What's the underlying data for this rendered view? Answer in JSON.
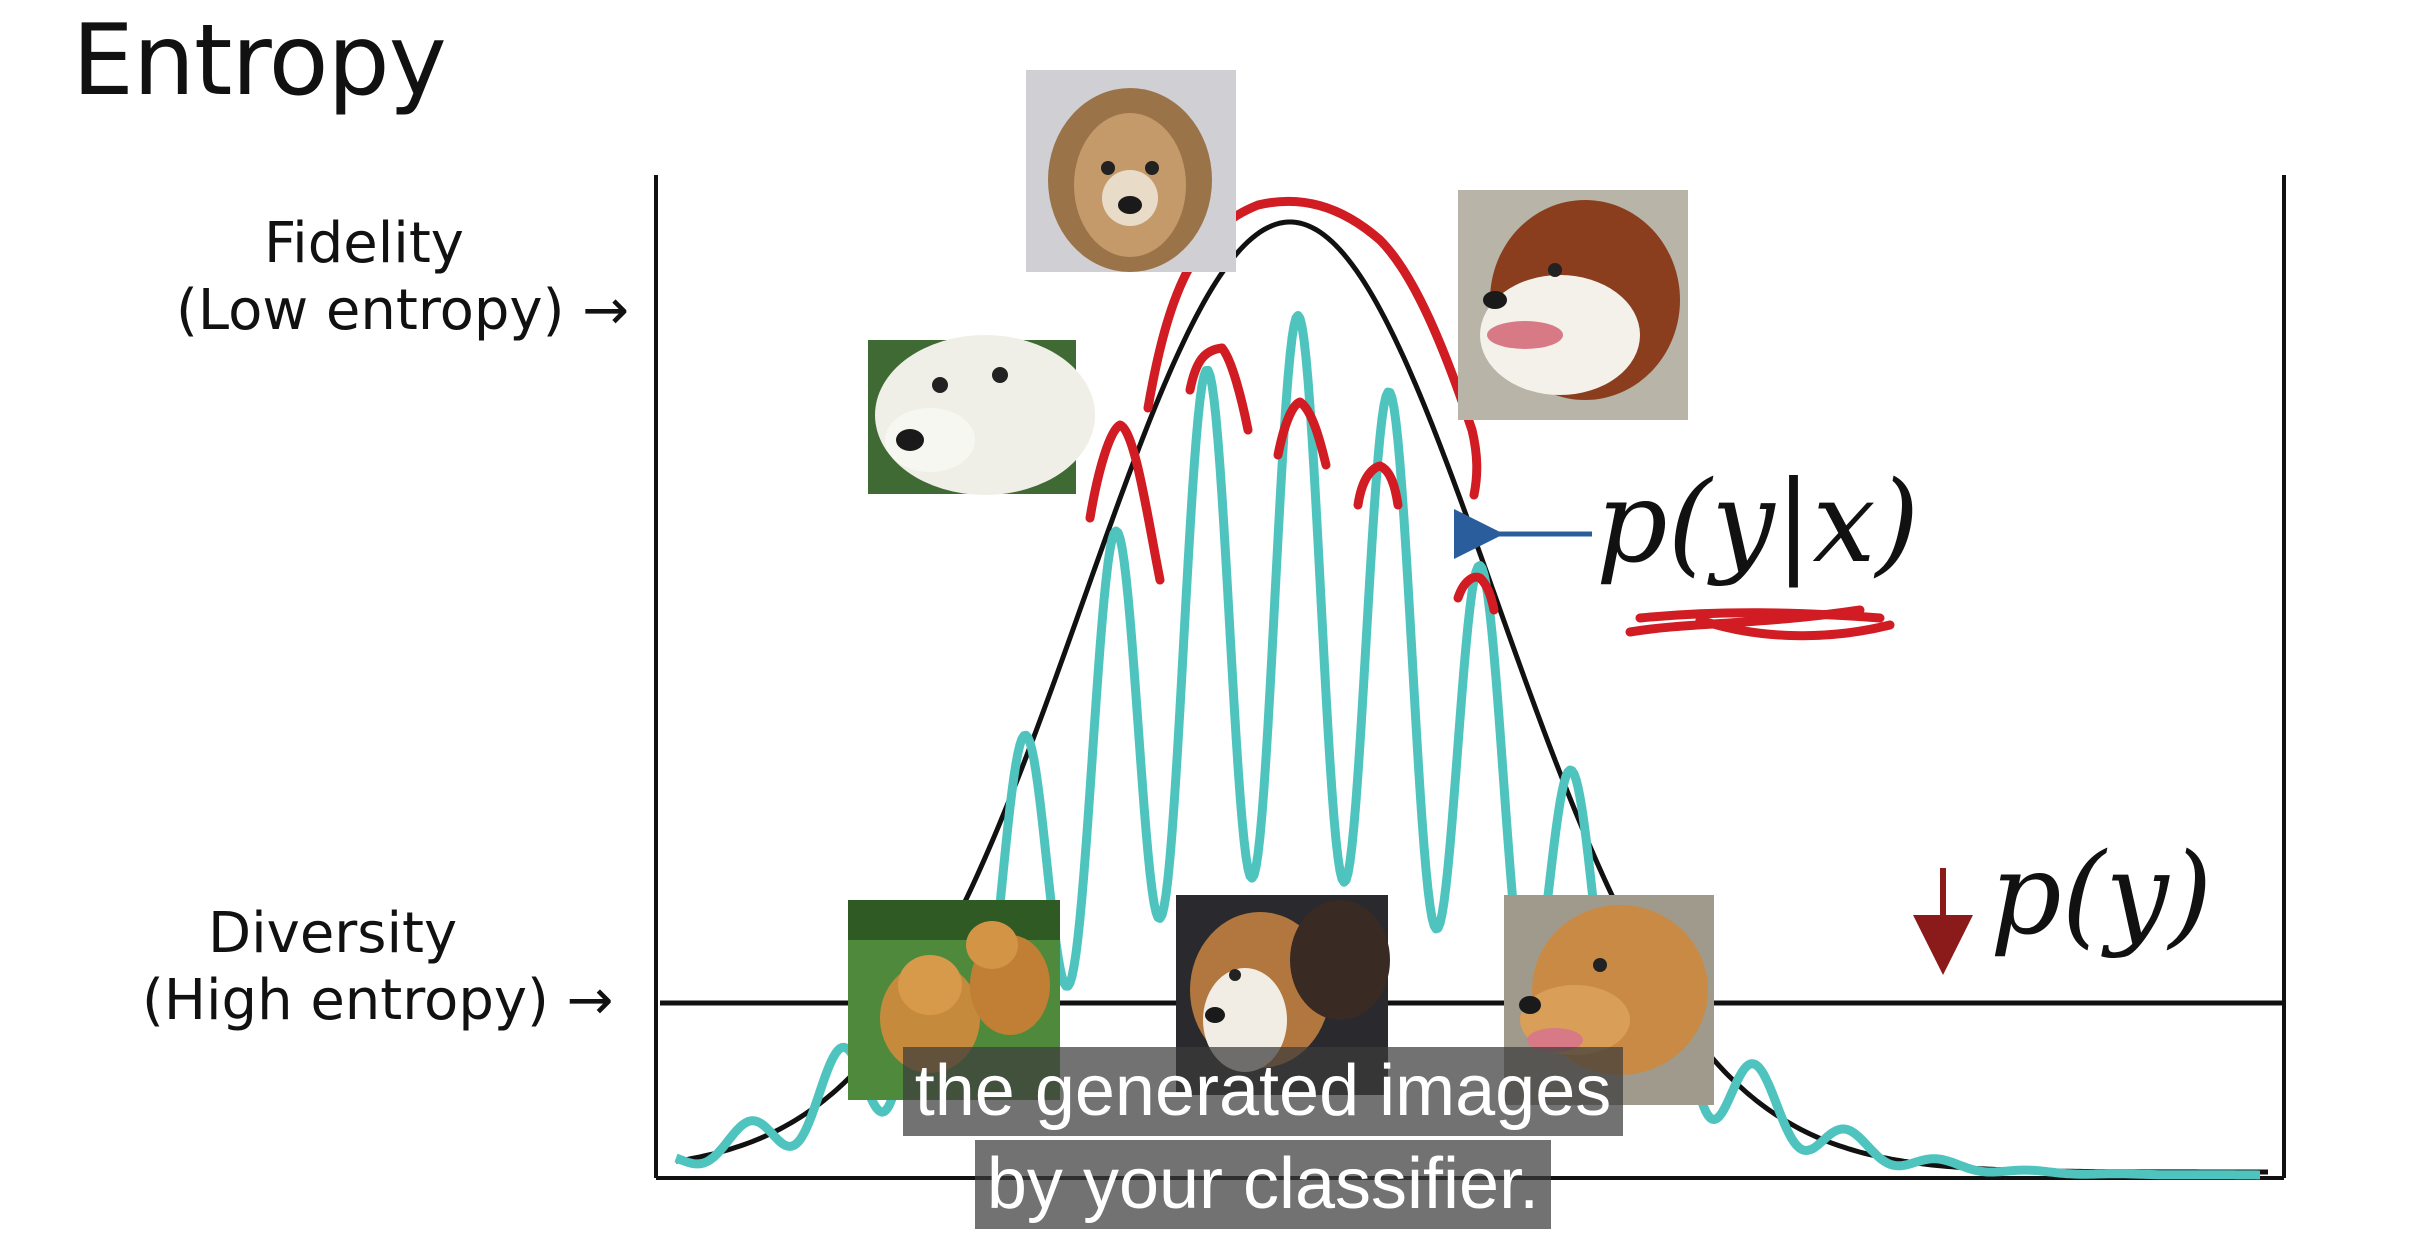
{
  "slide": {
    "title": "Entropy",
    "fidelity_label": [
      "Fidelity",
      "(Low entropy) →"
    ],
    "diversity_label": [
      "Diversity",
      "(High entropy) →"
    ],
    "conditional_label": "p(y|x)",
    "marginal_label": "p(y)",
    "down_arrow": "↓"
  },
  "colors": {
    "axis": "#111111",
    "gaussian": "#111111",
    "wavy": "#4fc4bf",
    "red_annotation": "#d01c22",
    "blue_arrow": "#2a5d9c",
    "dark_red_arrow": "#8b1a1a"
  },
  "images": [
    {
      "name": "golden-retriever-closeup",
      "subject": "golden retriever face, grey background"
    },
    {
      "name": "white-dog",
      "subject": "white dog face on grass"
    },
    {
      "name": "saint-bernard",
      "subject": "saint bernard profile"
    },
    {
      "name": "two-golden-retrievers",
      "subject": "two golden retrievers on grass"
    },
    {
      "name": "collie",
      "subject": "collies"
    },
    {
      "name": "golden-retriever-profile",
      "subject": "golden retriever tongue out"
    }
  ],
  "caption": {
    "line1": "the generated images",
    "line2": "by your classifier."
  }
}
